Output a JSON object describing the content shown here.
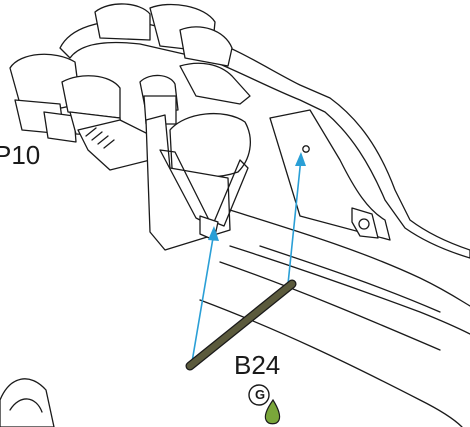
{
  "labels": {
    "partial_part": "P10",
    "rod_part": "B24"
  },
  "glue": {
    "letter": "G",
    "drop_color": "#7aa63a",
    "icon": "glue-drop-icon"
  },
  "colors": {
    "outline": "#1a1a1a",
    "arrow": "#2a9fd6",
    "rod": "#5b5a3c"
  }
}
